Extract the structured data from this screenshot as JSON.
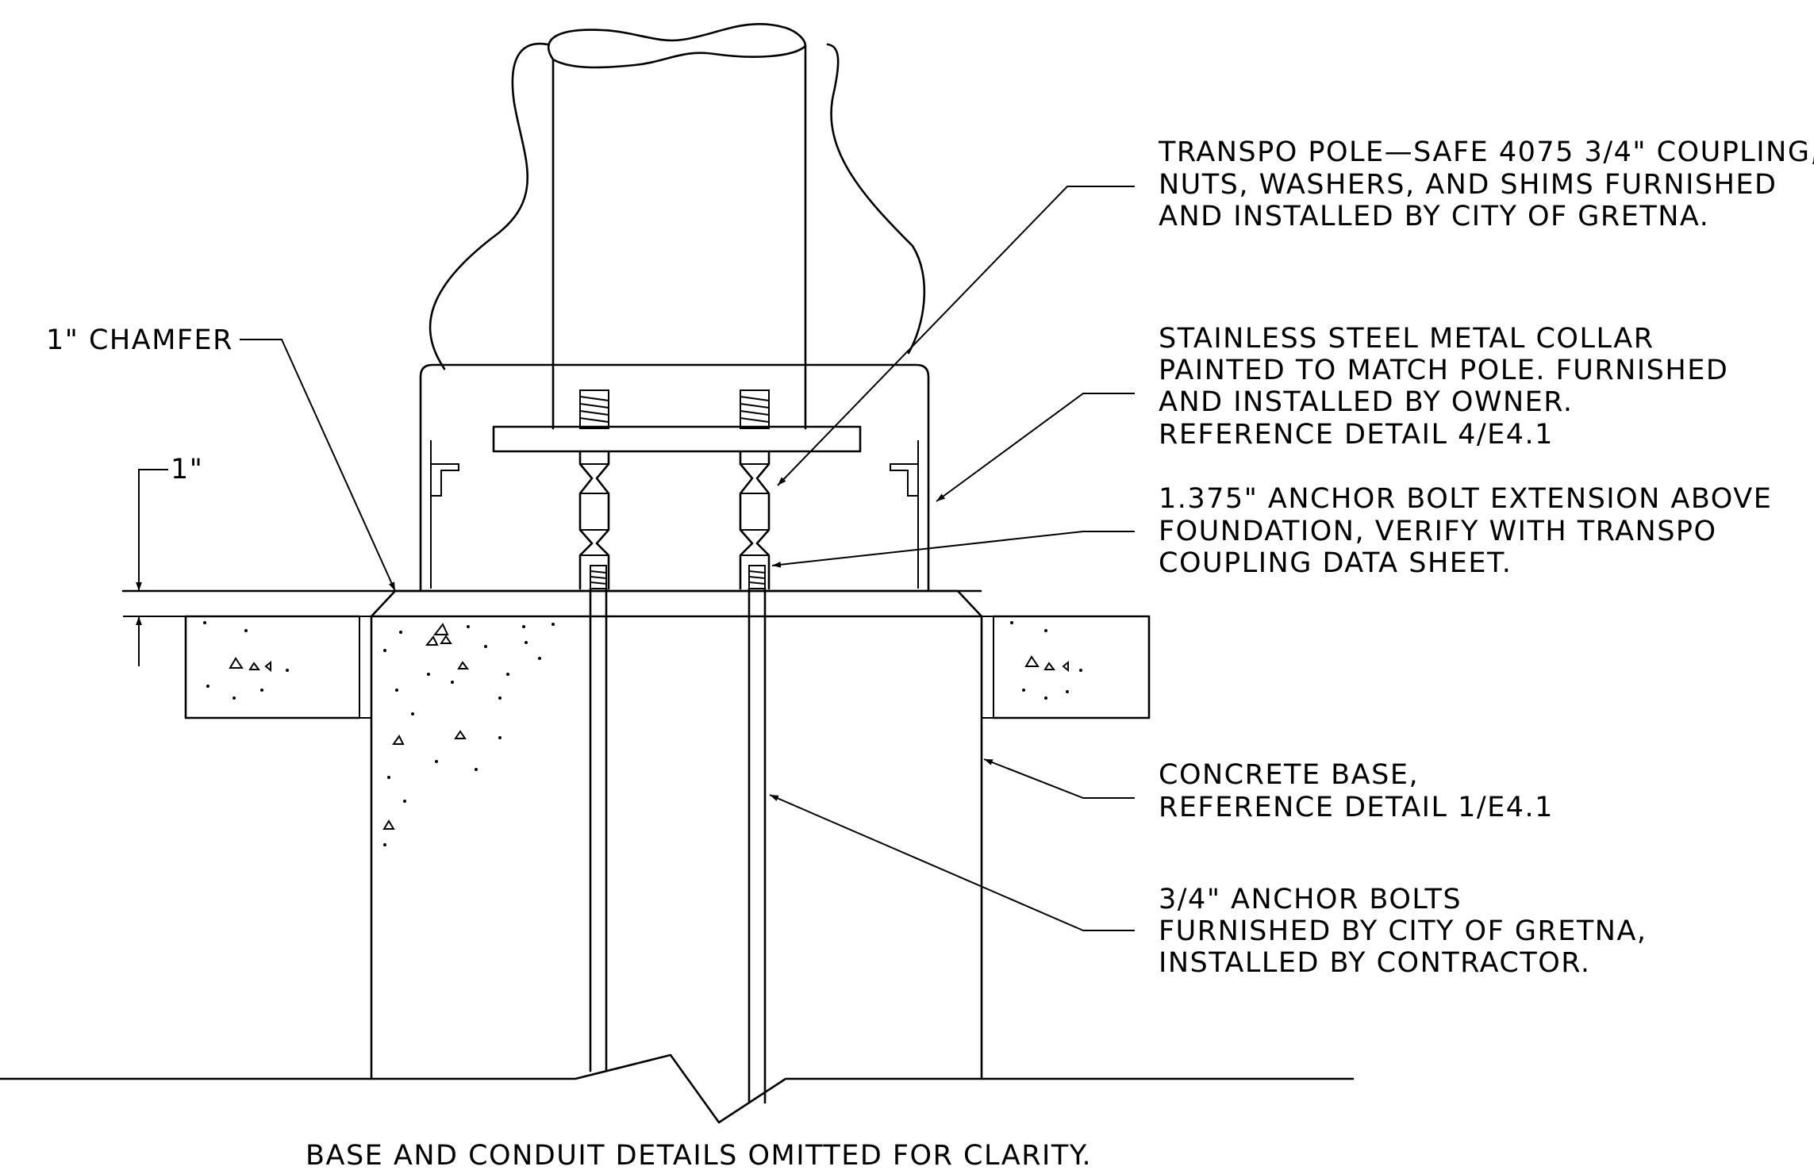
{
  "labels": {
    "chamfer": "1\" CHAMFER",
    "dim_one_inch": "1\"",
    "coupling": [
      "TRANSPO POLE—SAFE 4075 3/4\" COUPLING,",
      "NUTS, WASHERS, AND SHIMS FURNISHED",
      "AND INSTALLED BY CITY OF GRETNA."
    ],
    "collar": [
      "STAINLESS STEEL METAL COLLAR",
      "PAINTED TO MATCH POLE.  FURNISHED",
      "AND INSTALLED BY OWNER.",
      "REFERENCE DETAIL 4/E4.1"
    ],
    "extension": [
      "1.375\" ANCHOR BOLT EXTENSION ABOVE",
      "FOUNDATION, VERIFY WITH TRANSPO",
      "COUPLING DATA SHEET."
    ],
    "concrete_base": [
      "CONCRETE BASE,",
      "REFERENCE DETAIL 1/E4.1"
    ],
    "anchor_bolts": [
      "3/4\" ANCHOR BOLTS",
      "FURNISHED BY CITY OF GRETNA,",
      "INSTALLED BY CONTRACTOR."
    ],
    "footnote": "BASE AND CONDUIT DETAILS OMITTED FOR CLARITY."
  }
}
